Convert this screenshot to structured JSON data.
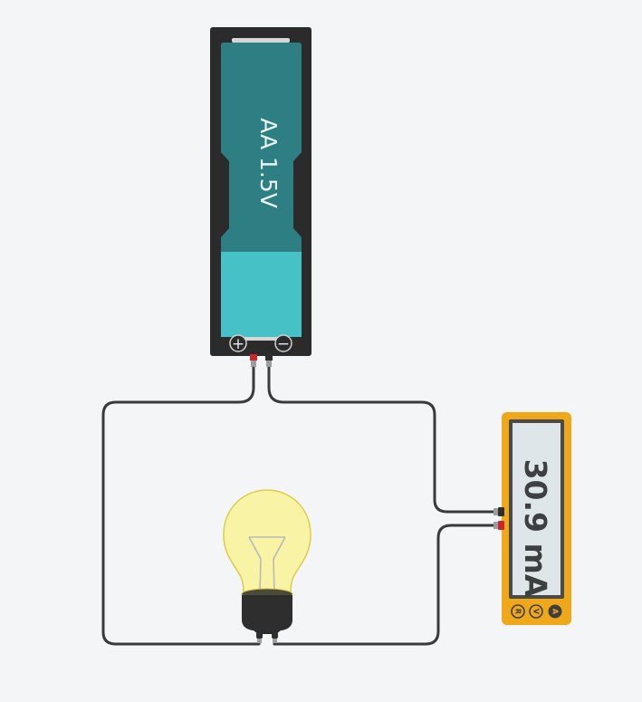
{
  "battery": {
    "label": "AA 1.5V",
    "plus_symbol": "+",
    "minus_symbol": "−"
  },
  "multimeter": {
    "reading": "30.9 mA",
    "mode_buttons": [
      "R",
      "V",
      "A"
    ],
    "active_mode": "A"
  },
  "colors": {
    "background": "#f3f5f7",
    "battery_case": "#2b2b2b",
    "battery_dark": "#2e7f83",
    "battery_light": "#46c1c6",
    "wire": "#3a3a3a",
    "bulb_glass": "#f9f3a6",
    "bulb_outline": "#dccd49",
    "bulb_base": "#2e2e2e",
    "meter_body": "#f0a81b",
    "lcd_background": "#dfe6ea",
    "lcd_text": "#3d3f41",
    "terminal_red": "#c8282d"
  }
}
